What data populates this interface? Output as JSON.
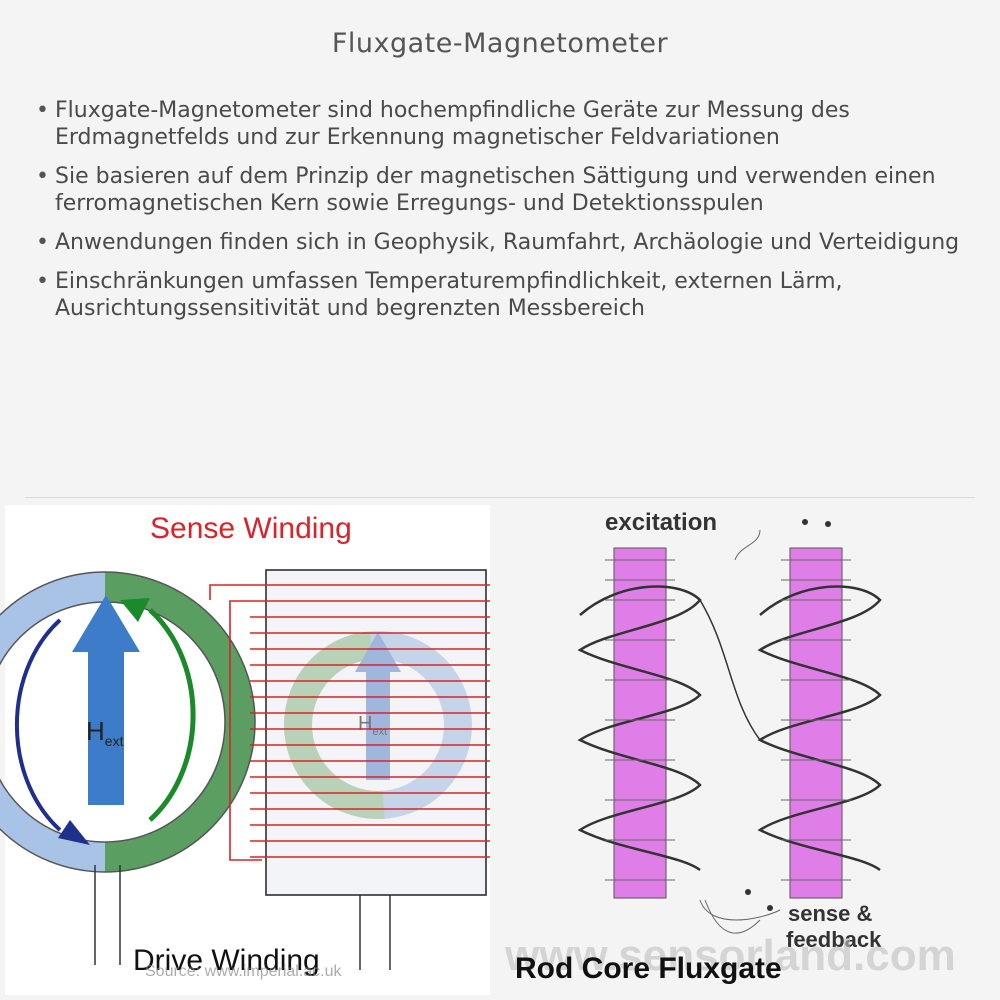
{
  "title": "Fluxgate-Magnetometer",
  "bullets": [
    "Fluxgate-Magnetometer sind hochempfindliche Geräte zur Messung des Erdmagnetfelds und zur Erkennung magnetischer Feldvariationen",
    "Sie basieren auf dem Prinzip der magnetischen Sättigung und verwenden einen ferromagnetischen Kern sowie Erregungs- und Detektionsspulen",
    "Anwendungen finden sich in Geophysik, Raumfahrt, Archäologie und Verteidigung",
    "Einschränkungen umfassen Temperaturempfindlichkeit, externen Lärm, Ausrichtungssensitivität und begrenzten Messbereich"
  ],
  "left_figure": {
    "sense_winding_label": "Sense Winding",
    "h_main": "H",
    "h_sub": "ext",
    "drive_winding_label": "Drive Winding",
    "source_label": "Source: www.imperial.ac.uk"
  },
  "right_figure": {
    "excitation_label": "excitation",
    "sense_label": "sense &",
    "feedback_label": "feedback",
    "watermark": "www.sensorland.com",
    "caption": "Rod Core Fluxgate"
  },
  "colors": {
    "sense_red": "#d8232a",
    "core_blue": "#a9c3e6",
    "core_green": "#5a9e62",
    "arrow_blue": "#3d7cc9",
    "rod_violet": "#e07ee8"
  }
}
